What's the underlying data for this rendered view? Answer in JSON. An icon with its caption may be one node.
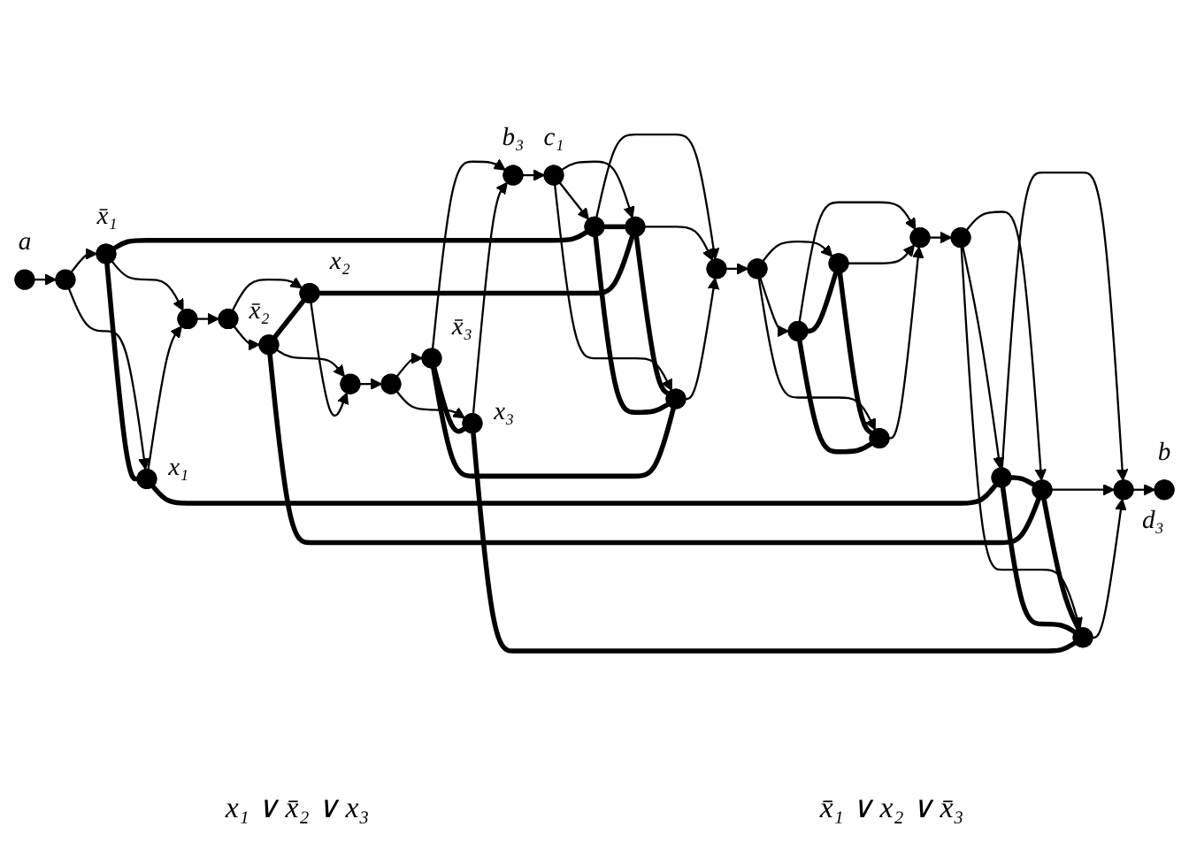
{
  "diagram": {
    "nodes": [
      {
        "text": [],
        "shape": "circle",
        "beside": [
          "x̄₁"
        ]
      },
      {
        "text": [],
        "shape": "circle",
        "beside": [
          "x̄₂"
        ]
      },
      {
        "text": [],
        "shape": "circle",
        "beside": [
          "x̄₃"
        ]
      },
      {
        "text": [],
        "shape": "circle",
        "beside": [
          "a"
        ]
      },
      {
        "text": [],
        "shape": "circle"
      },
      {
        "text": [],
        "shape": "circle"
      },
      {
        "text": [],
        "shape": "circle"
      },
      {
        "text": [],
        "shape": "circle"
      },
      {
        "text": [],
        "shape": "circle"
      },
      {
        "text": [],
        "shape": "circle",
        "beside": [
          "b₃"
        ]
      },
      {
        "text": [],
        "shape": "circle",
        "beside": [
          "x₁"
        ]
      },
      {
        "text": [],
        "shape": "circle",
        "beside": [
          "x₂"
        ]
      },
      {
        "text": [],
        "shape": "circle",
        "beside": [
          "x₃"
        ]
      },
      {
        "text": [],
        "shape": "circle"
      },
      {
        "text": [],
        "shape": "circle"
      },
      {
        "text": [],
        "shape": "circle"
      },
      {
        "text": [],
        "shape": "circle",
        "beside": [
          "b"
        ]
      },
      {
        "text": [],
        "shape": "circle",
        "beside": [
          "d₃"
        ]
      },
      {
        "text": [],
        "shape": "circle"
      },
      {
        "text": [],
        "shape": "circle"
      },
      {
        "text": [],
        "shape": "circle"
      },
      {
        "text": [],
        "shape": "circle"
      },
      {
        "text": [],
        "shape": "circle"
      },
      {
        "text": [],
        "shape": "circle"
      },
      {
        "text": [],
        "shape": "circle"
      },
      {
        "text": [],
        "shape": "circle",
        "beside": [
          "c₁"
        ]
      },
      {
        "text": [],
        "shape": "circle"
      },
      {
        "text": [],
        "shape": "circle"
      },
      {
        "text": [],
        "shape": "circle"
      }
    ],
    "edges": [
      {
        "from": 3,
        "to": 4,
        "arrow": "to"
      },
      {
        "from": 4,
        "to": 0,
        "arrow": "to"
      },
      {
        "from": 4,
        "to": 10,
        "arrow": "to"
      },
      {
        "from": 0,
        "to": 10,
        "arrow": "none",
        "style": "thick"
      },
      {
        "from": 0,
        "to": 5,
        "arrow": "to"
      },
      {
        "from": 10,
        "to": 5,
        "arrow": "to"
      },
      {
        "from": 5,
        "to": 6,
        "arrow": "to"
      },
      {
        "from": 6,
        "to": 1,
        "arrow": "to"
      },
      {
        "from": 6,
        "to": 11,
        "arrow": "to"
      },
      {
        "from": 1,
        "to": 11,
        "arrow": "none",
        "style": "thick"
      },
      {
        "from": 1,
        "to": 7,
        "arrow": "to"
      },
      {
        "from": 11,
        "to": 7,
        "arrow": "to"
      },
      {
        "from": 7,
        "to": 8,
        "arrow": "to"
      },
      {
        "from": 8,
        "to": 2,
        "arrow": "to"
      },
      {
        "from": 8,
        "to": 12,
        "arrow": "to"
      },
      {
        "from": 2,
        "to": 12,
        "arrow": "none",
        "style": "thick"
      },
      {
        "from": 2,
        "to": 9,
        "arrow": "to"
      },
      {
        "from": 12,
        "to": 9,
        "arrow": "to"
      },
      {
        "from": 9,
        "to": 25,
        "arrow": "to"
      },
      {
        "from": 25,
        "to": 15,
        "arrow": "to"
      },
      {
        "from": 25,
        "to": 24,
        "arrow": "to"
      },
      {
        "from": 25,
        "to": 28,
        "arrow": "to"
      },
      {
        "from": 15,
        "to": 24,
        "arrow": "none",
        "style": "thick"
      },
      {
        "from": 24,
        "to": 28,
        "arrow": "none",
        "style": "thick"
      },
      {
        "from": 15,
        "to": 28,
        "arrow": "none",
        "style": "thick"
      },
      {
        "from": 15,
        "to": 23,
        "arrow": "to"
      },
      {
        "from": 24,
        "to": 23,
        "arrow": "to"
      },
      {
        "from": 28,
        "to": 23,
        "arrow": "to"
      },
      {
        "from": 23,
        "to": 22,
        "arrow": "to"
      },
      {
        "from": 22,
        "to": 14,
        "arrow": "to"
      },
      {
        "from": 22,
        "to": 21,
        "arrow": "to"
      },
      {
        "from": 22,
        "to": 27,
        "arrow": "to"
      },
      {
        "from": 14,
        "to": 21,
        "arrow": "none",
        "style": "thick"
      },
      {
        "from": 21,
        "to": 27,
        "arrow": "none",
        "style": "thick"
      },
      {
        "from": 14,
        "to": 27,
        "arrow": "none",
        "style": "thick"
      },
      {
        "from": 14,
        "to": 20,
        "arrow": "to"
      },
      {
        "from": 21,
        "to": 20,
        "arrow": "to"
      },
      {
        "from": 27,
        "to": 20,
        "arrow": "to"
      },
      {
        "from": 20,
        "to": 19,
        "arrow": "to"
      },
      {
        "from": 19,
        "to": 13,
        "arrow": "to"
      },
      {
        "from": 19,
        "to": 18,
        "arrow": "to"
      },
      {
        "from": 19,
        "to": 26,
        "arrow": "to"
      },
      {
        "from": 13,
        "to": 18,
        "arrow": "none",
        "style": "thick"
      },
      {
        "from": 18,
        "to": 26,
        "arrow": "none",
        "style": "thick"
      },
      {
        "from": 13,
        "to": 26,
        "arrow": "none",
        "style": "thick"
      },
      {
        "from": 13,
        "to": 17,
        "arrow": "to"
      },
      {
        "from": 18,
        "to": 17,
        "arrow": "to"
      },
      {
        "from": 26,
        "to": 17,
        "arrow": "to"
      },
      {
        "from": 17,
        "to": 16,
        "arrow": "to"
      },
      {
        "from": 10,
        "to": 13,
        "arrow": "none",
        "style": "thick"
      },
      {
        "from": 0,
        "to": 15,
        "arrow": "none",
        "style": "thick"
      },
      {
        "from": 1,
        "to": 18,
        "arrow": "none",
        "style": "thick"
      },
      {
        "from": 11,
        "to": 24,
        "arrow": "none",
        "style": "thick"
      },
      {
        "from": 12,
        "to": 26,
        "arrow": "none",
        "style": "thick"
      },
      {
        "from": 2,
        "to": 28,
        "arrow": "none",
        "style": "thick"
      }
    ],
    "labels": [
      "x₁ ∨ x̄₂ ∨ x₃",
      "x̄₁ ∨ x₂ ∨ x̄₃"
    ]
  }
}
